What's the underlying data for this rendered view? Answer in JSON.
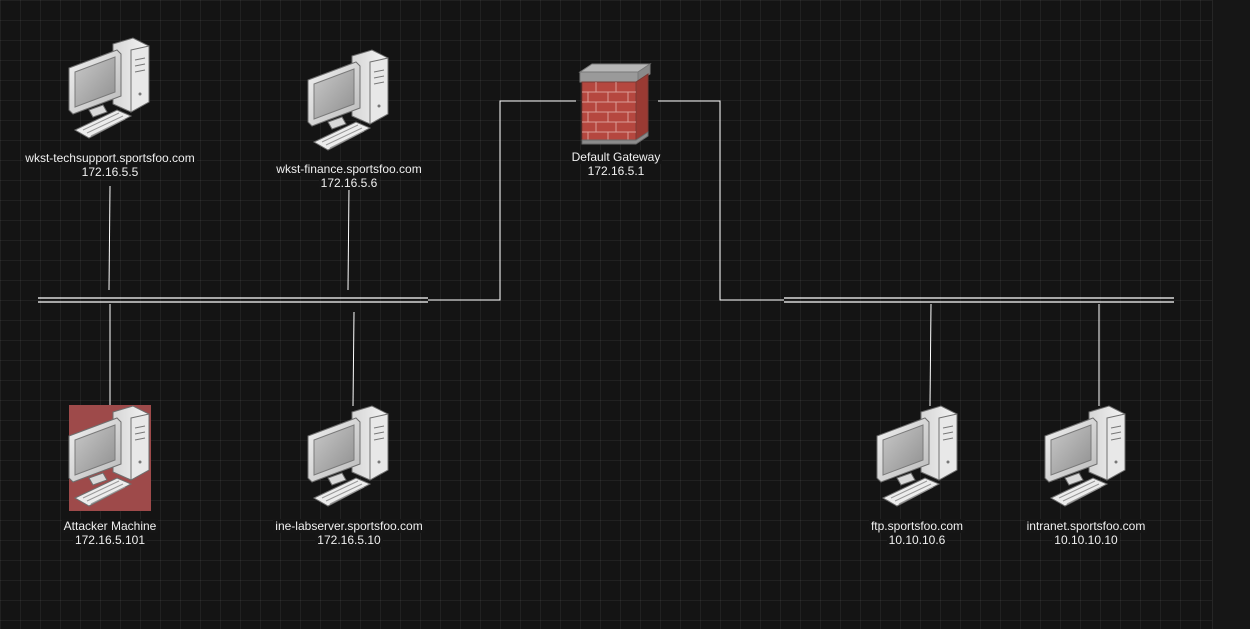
{
  "diagram": {
    "nodes": {
      "techsupport": {
        "name": "wkst-techsupport.sportsfoo.com",
        "ip": "172.16.5.5",
        "icon": "desktop-computer-icon"
      },
      "finance": {
        "name": "wkst-finance.sportsfoo.com",
        "ip": "172.16.5.6",
        "icon": "desktop-computer-icon"
      },
      "gateway": {
        "name": "Default Gateway",
        "ip": "172.16.5.1",
        "icon": "firewall-icon"
      },
      "attacker": {
        "name": "Attacker Machine",
        "ip": "172.16.5.101",
        "icon": "desktop-computer-icon",
        "highlight": "#9e4a4a"
      },
      "labserver": {
        "name": "ine-labserver.sportsfoo.com",
        "ip": "172.16.5.10",
        "icon": "desktop-computer-icon"
      },
      "ftp": {
        "name": "ftp.sportsfoo.com",
        "ip": "10.10.10.6",
        "icon": "desktop-computer-icon"
      },
      "intranet": {
        "name": "intranet.sportsfoo.com",
        "ip": "10.10.10.10",
        "icon": "desktop-computer-icon"
      }
    },
    "colors": {
      "background": "#141414",
      "line": "#ffffff",
      "text": "#f0f0f0",
      "firewall_brick": "#b5473f"
    }
  }
}
